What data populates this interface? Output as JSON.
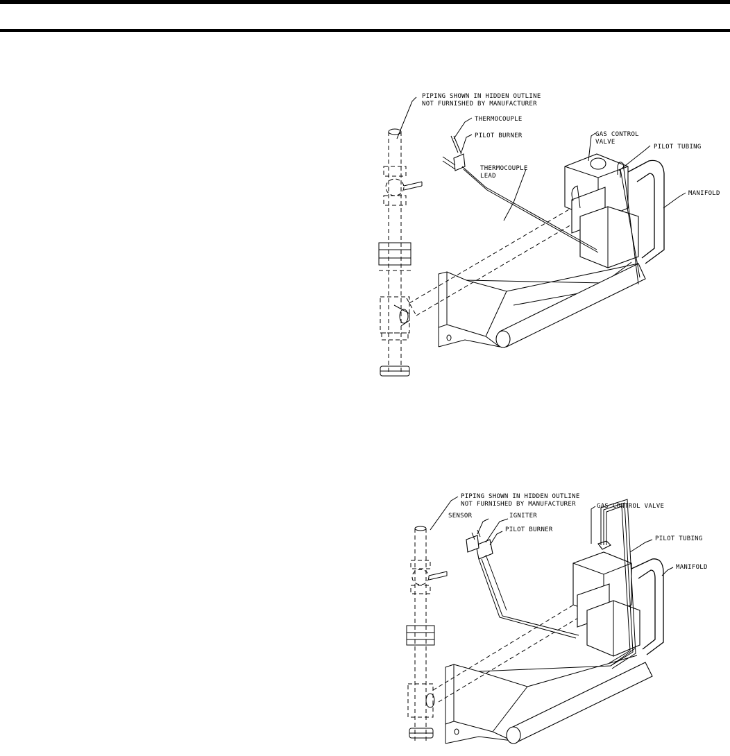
{
  "figure_top": {
    "labels": {
      "piping_line1": "PIPING SHOWN IN HIDDEN OUTLINE",
      "piping_line2": "NOT FURNISHED BY MANUFACTURER",
      "thermocouple": "THERMOCOUPLE",
      "pilot_burner": "PILOT BURNER",
      "gas_control_line1": "GAS CONTROL",
      "gas_control_line2": "VALVE",
      "pilot_tubing": "PILOT TUBING",
      "thermocouple_lead_line1": "THERMOCOUPLE",
      "thermocouple_lead_line2": "LEAD",
      "manifold": "MANIFOLD"
    }
  },
  "figure_bottom": {
    "labels": {
      "piping_line1": "PIPING SHOWN IN HIDDEN OUTLINE",
      "piping_line2": "NOT FURNISHED BY MANUFACTURER",
      "sensor": "SENSOR",
      "igniter": "IGNITER",
      "pilot_burner": "PILOT BURNER",
      "gas_control_valve": "GAS CONTROL VALVE",
      "pilot_tubing": "PILOT TUBING",
      "manifold": "MANIFOLD"
    }
  }
}
